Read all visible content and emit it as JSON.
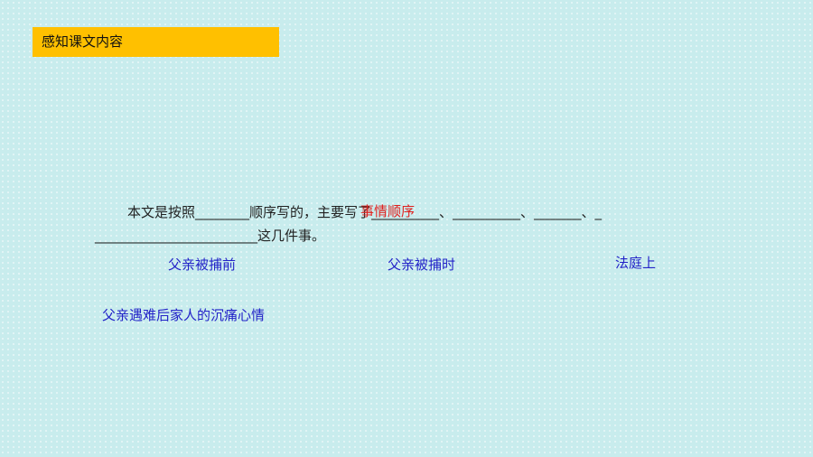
{
  "header": {
    "title": "感知课文内容"
  },
  "question": {
    "line1": "本文是按照________顺序写的，主要写了__________、__________、_______、_",
    "line2": "________________________这几件事。"
  },
  "answers": {
    "order": "事情顺序",
    "event1": "父亲被捕前",
    "event2": "父亲被捕时",
    "event3": "法庭上",
    "event4": "父亲遇难后家人的沉痛心情"
  },
  "colors": {
    "background": "#c8eced",
    "title_bar": "#ffc000",
    "answer_text": "#2323c8",
    "overlay_answer": "#e0201e"
  }
}
